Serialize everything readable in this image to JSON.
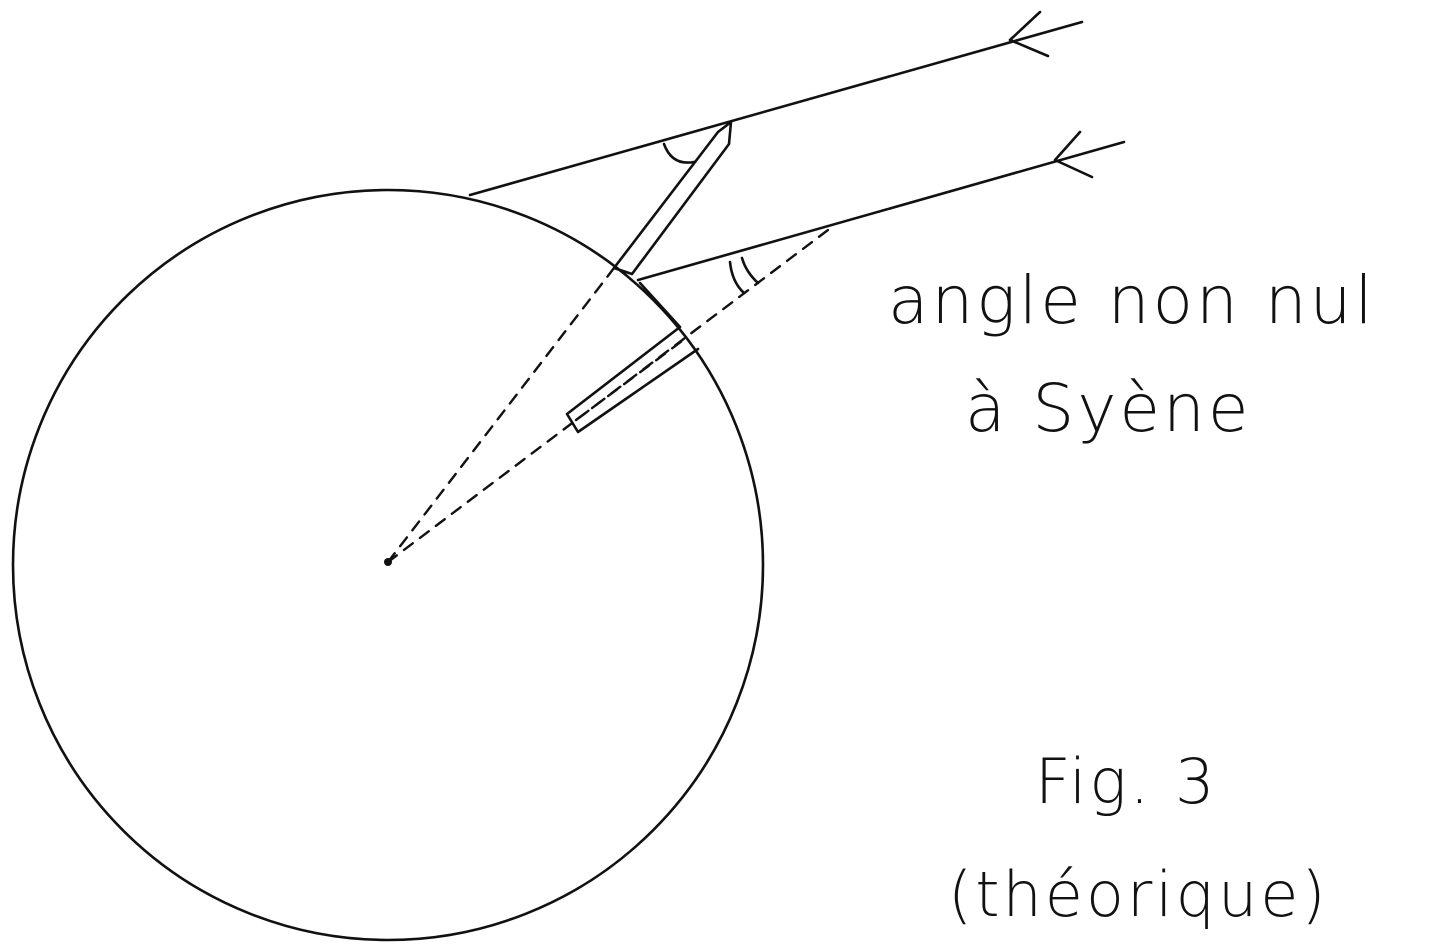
{
  "annotation": {
    "line1": "angle non nul",
    "line2": "à Syène"
  },
  "figure_caption": {
    "title": "Fig. 3",
    "subtitle": "(théorique)"
  },
  "colors": {
    "ink": "#111111",
    "paper": "#ffffff"
  }
}
